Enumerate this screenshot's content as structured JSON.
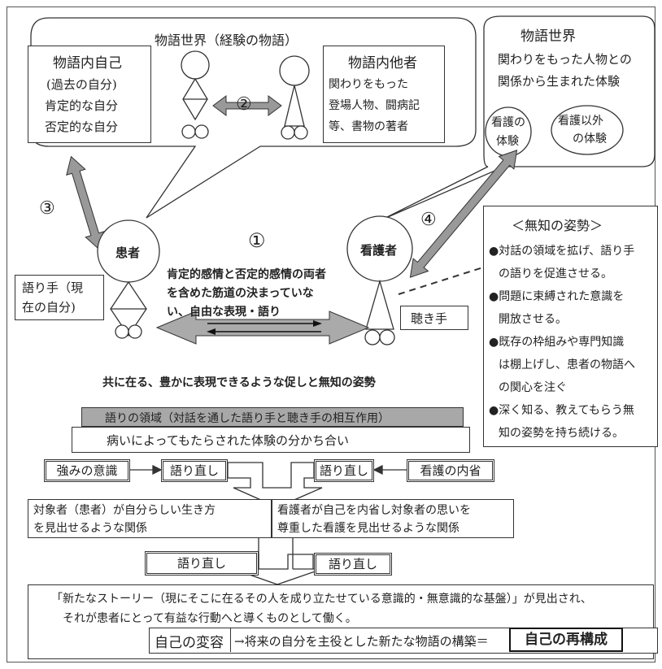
{
  "left_world": {
    "title": "物語世界（経験の物語）",
    "self_lines": [
      "物語内自己",
      "(過去の自分)",
      "肯定的な自分",
      "否定的な自分"
    ],
    "other_lines": [
      "物語内他者",
      "関わりをもった",
      "登場人物、闘病記",
      "等、書物の著者"
    ]
  },
  "right_world": {
    "title": "物語世界",
    "lines": [
      "関わりをもった人物との",
      "関係から生まれた体験"
    ],
    "nursing_exp": [
      "看護の",
      "体験"
    ],
    "other_exp": [
      "看護以外",
      "の体験"
    ]
  },
  "numbers": {
    "n1": "①",
    "n2": "②",
    "n3": "③",
    "n4": "④"
  },
  "patient": "患者",
  "nurse": "看護者",
  "narrator_box": [
    "語り手（現",
    "在の自分)"
  ],
  "listener_box": "聴き手",
  "center_text": [
    "肯定的感情と否定的感情の両者",
    "を含めた筋道の決まっていな",
    "い、自由な表現・語り"
  ],
  "ignorance": {
    "title": "＜無知の姿勢＞",
    "lines": [
      "●対話の領域を拡げ、語り手",
      "の語りを促進させる。",
      "●問題に束縛された意識を",
      "開放させる。",
      "●既存の枠組みや専門知識",
      "は棚上げし、患者の物語へ",
      "の関心を注ぐ",
      "●深く知る、教えてもらう無",
      "知の姿勢を持ち続ける。"
    ]
  },
  "coexist": "共に在る、豊かに表現できるような促しと無知の姿勢",
  "narrative_domain": "語りの領域（対話を通した語り手と聴き手の相互作用）",
  "sharing": "病いによってもたらされた体験の分かち合い",
  "strength": "強みの意識",
  "retell": "語り直し",
  "nursing_reflection": "看護の内省",
  "relation_left": [
    "対象者（患者）が自分らしい生き方",
    "を見出せるような関係"
  ],
  "relation_right": [
    "看護者が自己を内省し対象者の思いを",
    "尊重した看護を見出せるような関係"
  ],
  "final": {
    "line1": "「新たなストーリー（現にそこに在るその人を成り立たせている意識的・無意識的な基盤）」が見出され、",
    "line2": "それが患者にとって有益な行動へと導くものとして働く。",
    "self_change": "自己の変容",
    "arrow_text": "→将来の自分を主役とした新たな物語の構築＝",
    "reconstruct": "自己の再構成"
  }
}
